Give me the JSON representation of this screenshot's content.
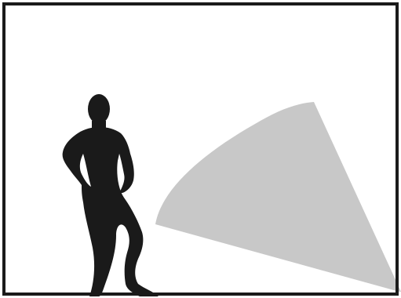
{
  "diagram": {
    "elements": [
      {
        "name": "frame",
        "kind": "border"
      },
      {
        "name": "person-silhouette",
        "kind": "figure",
        "color": "#1a1a1a"
      },
      {
        "name": "detection-beam",
        "kind": "cone",
        "color": "#c8c8c8"
      }
    ],
    "colors": {
      "background": "#ffffff",
      "frame": "#1a1a1a",
      "silhouette": "#1a1a1a",
      "beam": "#c8c8c8"
    }
  }
}
